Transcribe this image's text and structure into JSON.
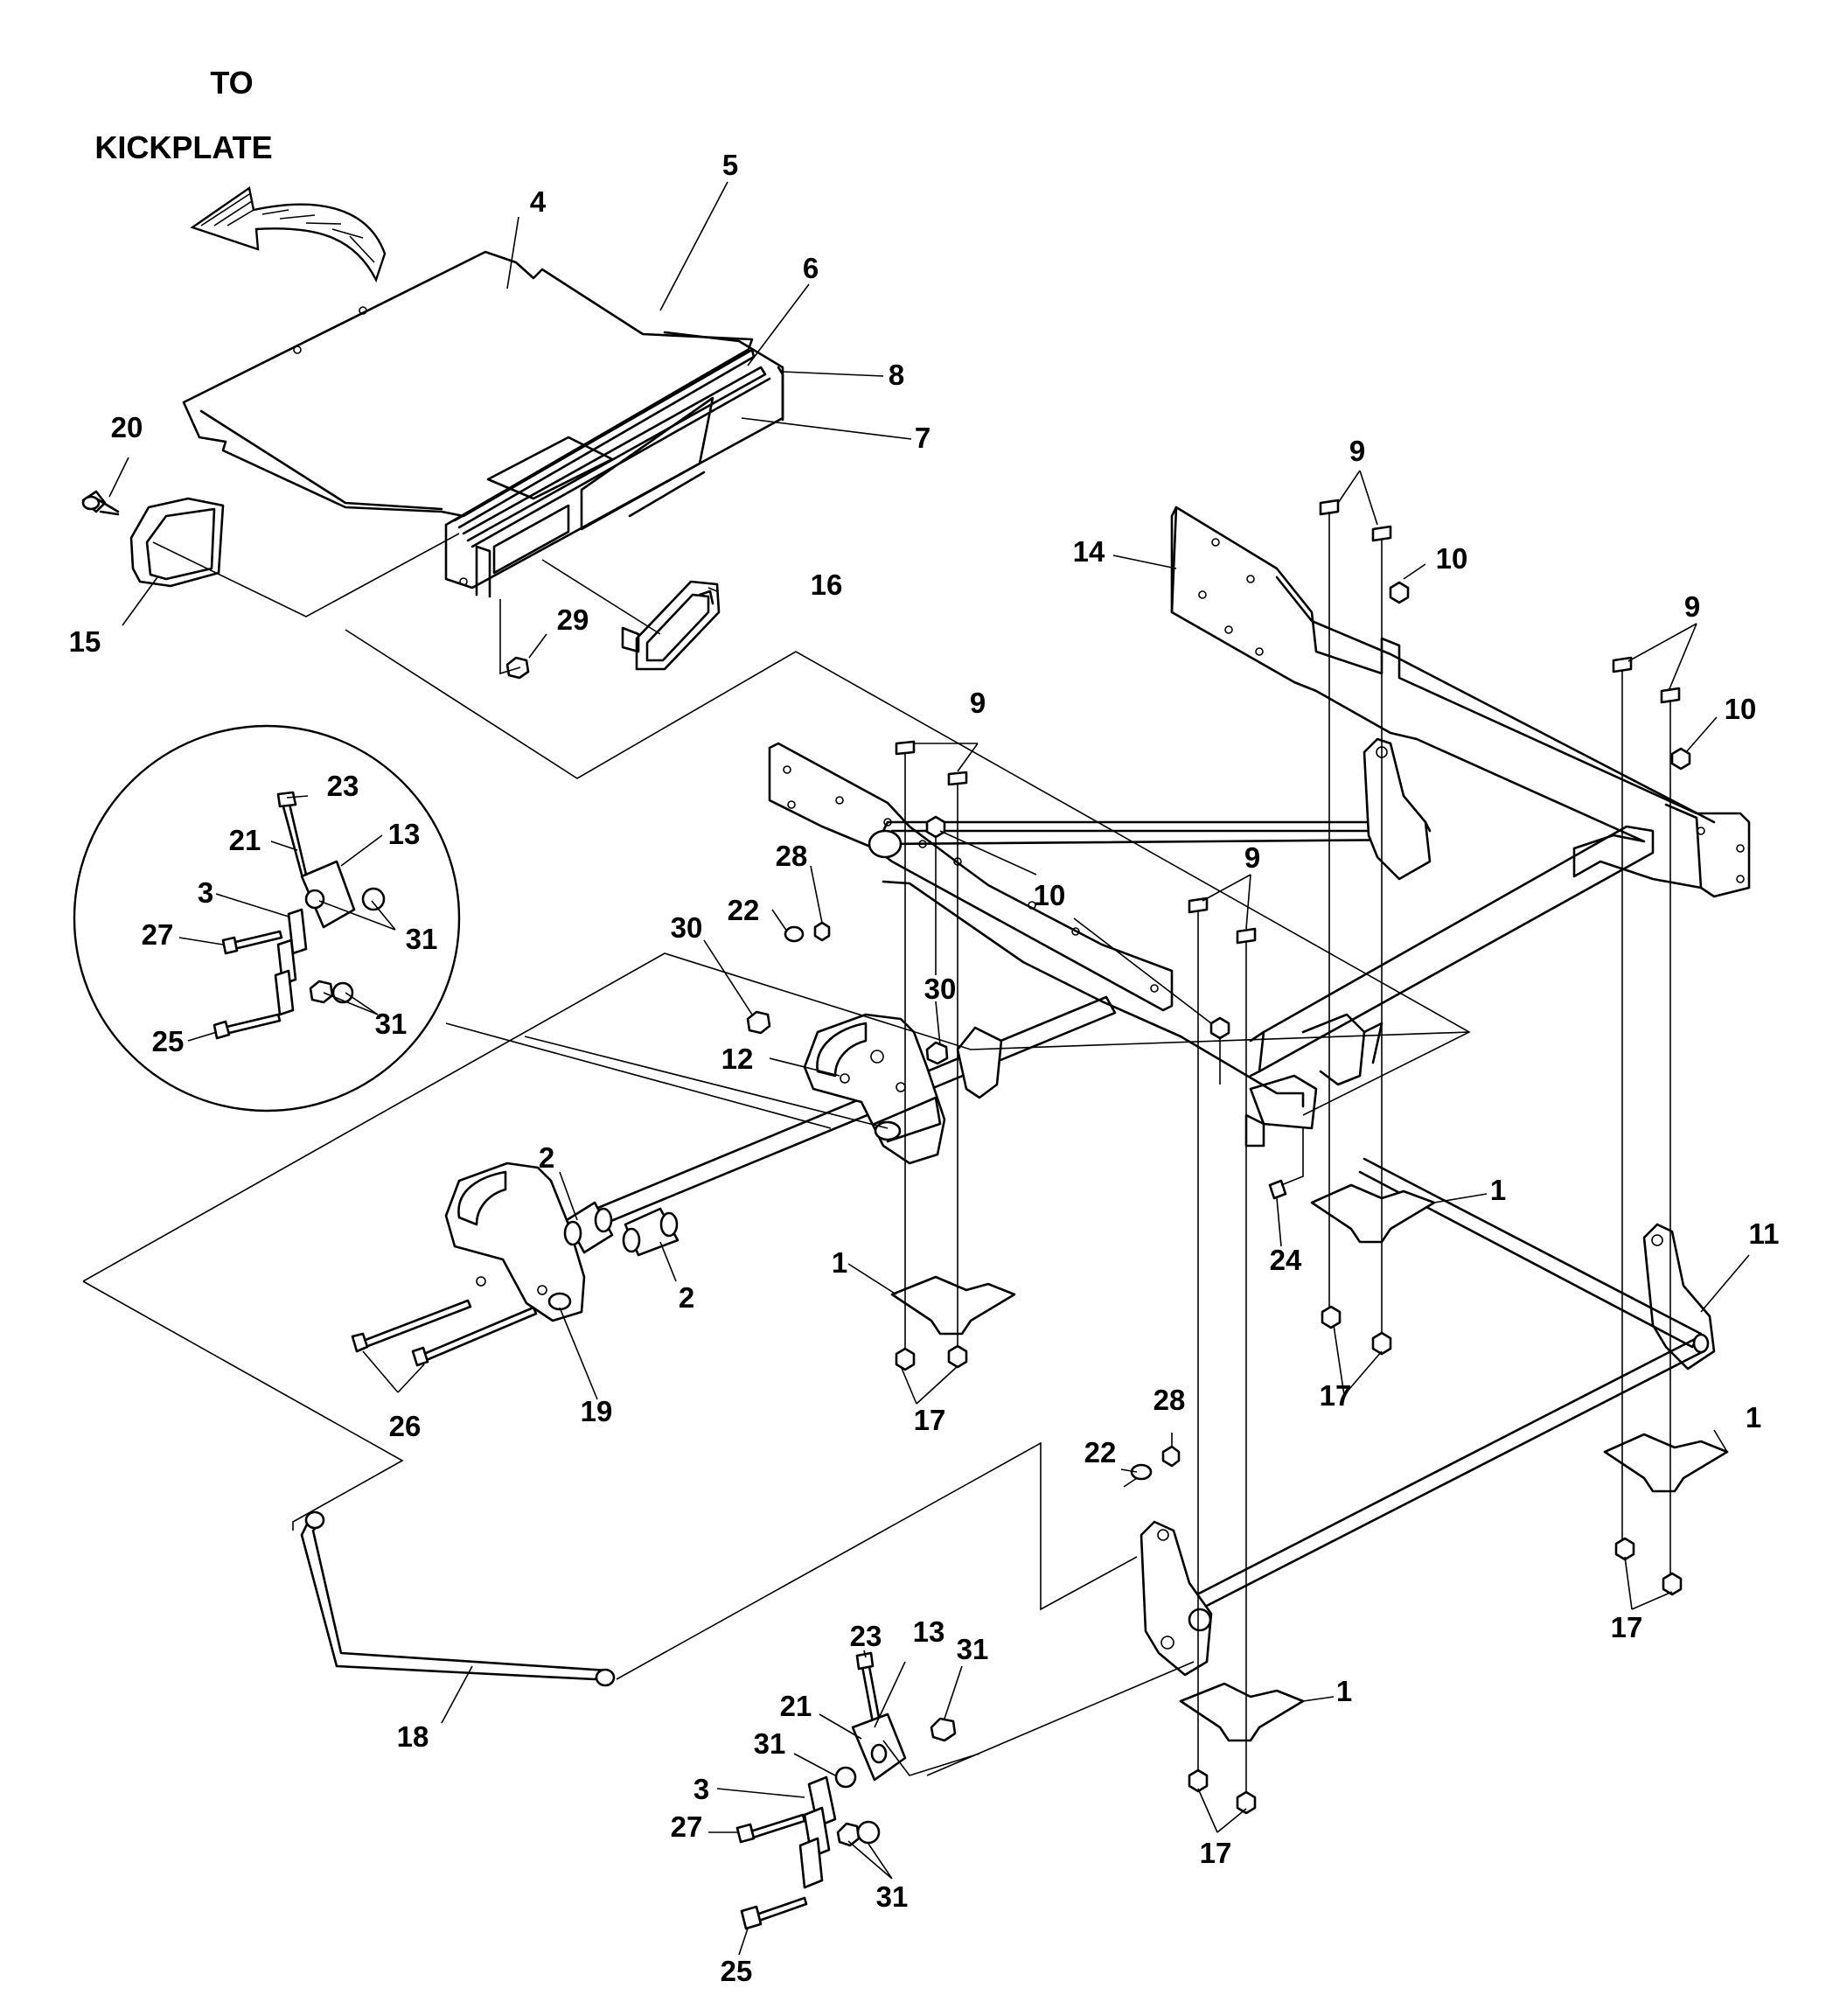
{
  "title": {
    "line1": "TO",
    "line2": "KICKPLATE"
  },
  "callouts": [
    {
      "id": "c4",
      "text": "4"
    },
    {
      "id": "c5",
      "text": "5"
    },
    {
      "id": "c6",
      "text": "6"
    },
    {
      "id": "c8",
      "text": "8"
    },
    {
      "id": "c7",
      "text": "7"
    },
    {
      "id": "c20",
      "text": "20"
    },
    {
      "id": "c15",
      "text": "15"
    },
    {
      "id": "c16",
      "text": "16"
    },
    {
      "id": "c29",
      "text": "29"
    },
    {
      "id": "c9a",
      "text": "9"
    },
    {
      "id": "c14",
      "text": "14"
    },
    {
      "id": "c10a",
      "text": "10"
    },
    {
      "id": "c9b",
      "text": "9"
    },
    {
      "id": "c10b",
      "text": "10"
    },
    {
      "id": "c9c",
      "text": "9"
    },
    {
      "id": "c10c",
      "text": "10"
    },
    {
      "id": "c9d",
      "text": "9"
    },
    {
      "id": "c23a",
      "text": "23"
    },
    {
      "id": "c21a",
      "text": "21"
    },
    {
      "id": "c13a",
      "text": "13"
    },
    {
      "id": "c3a",
      "text": "3"
    },
    {
      "id": "c27a",
      "text": "27"
    },
    {
      "id": "c31a",
      "text": "31"
    },
    {
      "id": "c31b",
      "text": "31"
    },
    {
      "id": "c25a",
      "text": "25"
    },
    {
      "id": "c28a",
      "text": "28"
    },
    {
      "id": "c22a",
      "text": "22"
    },
    {
      "id": "c30a",
      "text": "30"
    },
    {
      "id": "c30b",
      "text": "30"
    },
    {
      "id": "c12",
      "text": "12"
    },
    {
      "id": "c2a",
      "text": "2"
    },
    {
      "id": "c2b",
      "text": "2"
    },
    {
      "id": "c1a",
      "text": "1"
    },
    {
      "id": "c24",
      "text": "24"
    },
    {
      "id": "c1b",
      "text": "1"
    },
    {
      "id": "c11",
      "text": "11"
    },
    {
      "id": "c17a",
      "text": "17"
    },
    {
      "id": "c26",
      "text": "26"
    },
    {
      "id": "c19",
      "text": "19"
    },
    {
      "id": "c17b",
      "text": "17"
    },
    {
      "id": "c28b",
      "text": "28"
    },
    {
      "id": "c22b",
      "text": "22"
    },
    {
      "id": "c1c",
      "text": "1"
    },
    {
      "id": "c17c",
      "text": "17"
    },
    {
      "id": "c18",
      "text": "18"
    },
    {
      "id": "c23b",
      "text": "23"
    },
    {
      "id": "c13b",
      "text": "13"
    },
    {
      "id": "c31c",
      "text": "31"
    },
    {
      "id": "c21b",
      "text": "21"
    },
    {
      "id": "c31d",
      "text": "31"
    },
    {
      "id": "c1d",
      "text": "1"
    },
    {
      "id": "c3b",
      "text": "3"
    },
    {
      "id": "c27b",
      "text": "27"
    },
    {
      "id": "c31e",
      "text": "31"
    },
    {
      "id": "c17d",
      "text": "17"
    },
    {
      "id": "c25b",
      "text": "25"
    }
  ],
  "icons": {
    "direction_arrow": "curved-arrow-icon"
  }
}
